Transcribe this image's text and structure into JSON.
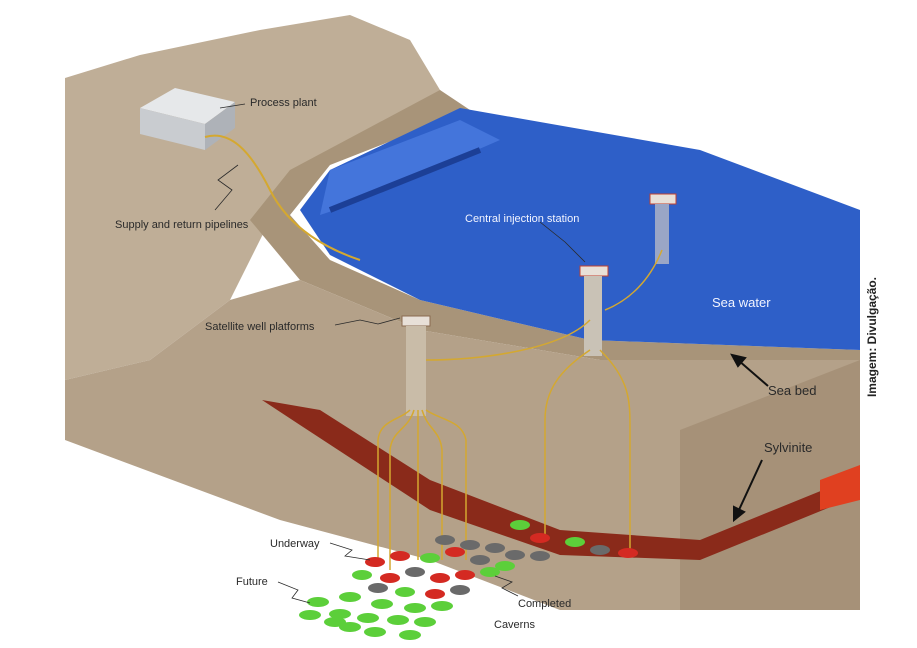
{
  "labels": {
    "process_plant": "Process plant",
    "supply_return": "Supply and return pipelines",
    "central_injection": "Central injection station",
    "sea_water": "Sea water",
    "satellite_wells": "Satellite well platforms",
    "sea_bed": "Sea bed",
    "sylvinite": "Sylvinite",
    "underway": "Underway",
    "future": "Future",
    "completed": "Completed",
    "caverns": "Caverns"
  },
  "credit": "Imagem: Divulgação.",
  "colors": {
    "land": "#b8a48c",
    "sea": "#2e5fc8",
    "sylvinite_layer": "#8a2a1a",
    "cavern_future": "#5ccf3a",
    "cavern_underway": "#d42a22",
    "cavern_completed": "#6a6a6a",
    "pipeline": "#d4a830"
  }
}
